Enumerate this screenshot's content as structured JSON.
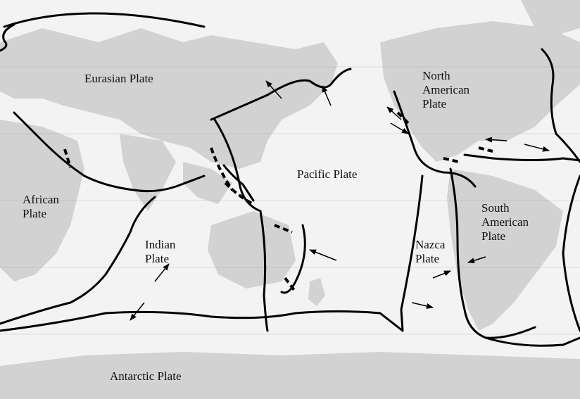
{
  "map": {
    "plates": [
      {
        "id": "eurasian",
        "label": "Eurasian Plate"
      },
      {
        "id": "north-american",
        "label": "North\nAmerican\nPlate"
      },
      {
        "id": "pacific",
        "label": "Pacific Plate"
      },
      {
        "id": "african",
        "label": "African\nPlate"
      },
      {
        "id": "indian",
        "label": "Indian\nPlate"
      },
      {
        "id": "nazca",
        "label": "Nazca\nPlate"
      },
      {
        "id": "south-american",
        "label": "South\nAmerican\nPlate"
      },
      {
        "id": "antarctic",
        "label": "Antarctic Plate"
      }
    ],
    "colors": {
      "land": "#d2d2d2",
      "ocean": "#f3f3f3",
      "boundary": "#000000",
      "arrow": "#000000",
      "grid": "#8a8a8a"
    }
  }
}
